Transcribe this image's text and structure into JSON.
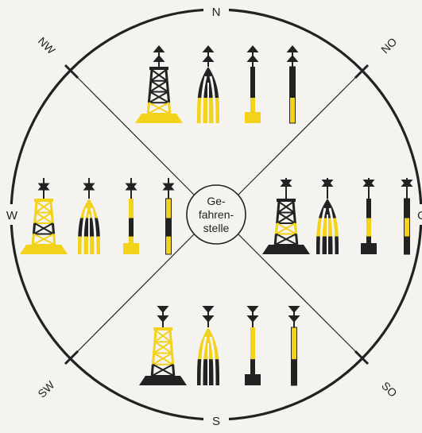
{
  "compass": {
    "north": "N",
    "northeast": "NO",
    "east": "O",
    "southeast": "SO",
    "south": "S",
    "southwest": "SW",
    "west": "W",
    "northwest": "NW"
  },
  "center": {
    "line1": "Ge-",
    "line2": "fahren-",
    "line3": "stelle"
  },
  "colors": {
    "background": "#f5f3ef",
    "ink": "#222222",
    "yellow": "#f2d21a"
  },
  "marks": {
    "north": {
      "topmark": "two-cones-up",
      "colors": "black-over-yellow",
      "shapes": [
        "tower-buoy",
        "spar-buoy",
        "pillar-buoy",
        "pole"
      ]
    },
    "east": {
      "topmark": "cones-base-to-base",
      "colors": "black-yellow-black",
      "shapes": [
        "tower-buoy",
        "spar-buoy",
        "pillar-buoy",
        "pole"
      ]
    },
    "south": {
      "topmark": "two-cones-down",
      "colors": "yellow-over-black",
      "shapes": [
        "tower-buoy",
        "spar-buoy",
        "pillar-buoy",
        "pole"
      ]
    },
    "west": {
      "topmark": "cones-point-to-point",
      "colors": "yellow-black-yellow",
      "shapes": [
        "tower-buoy",
        "spar-buoy",
        "pillar-buoy",
        "pole"
      ]
    }
  }
}
